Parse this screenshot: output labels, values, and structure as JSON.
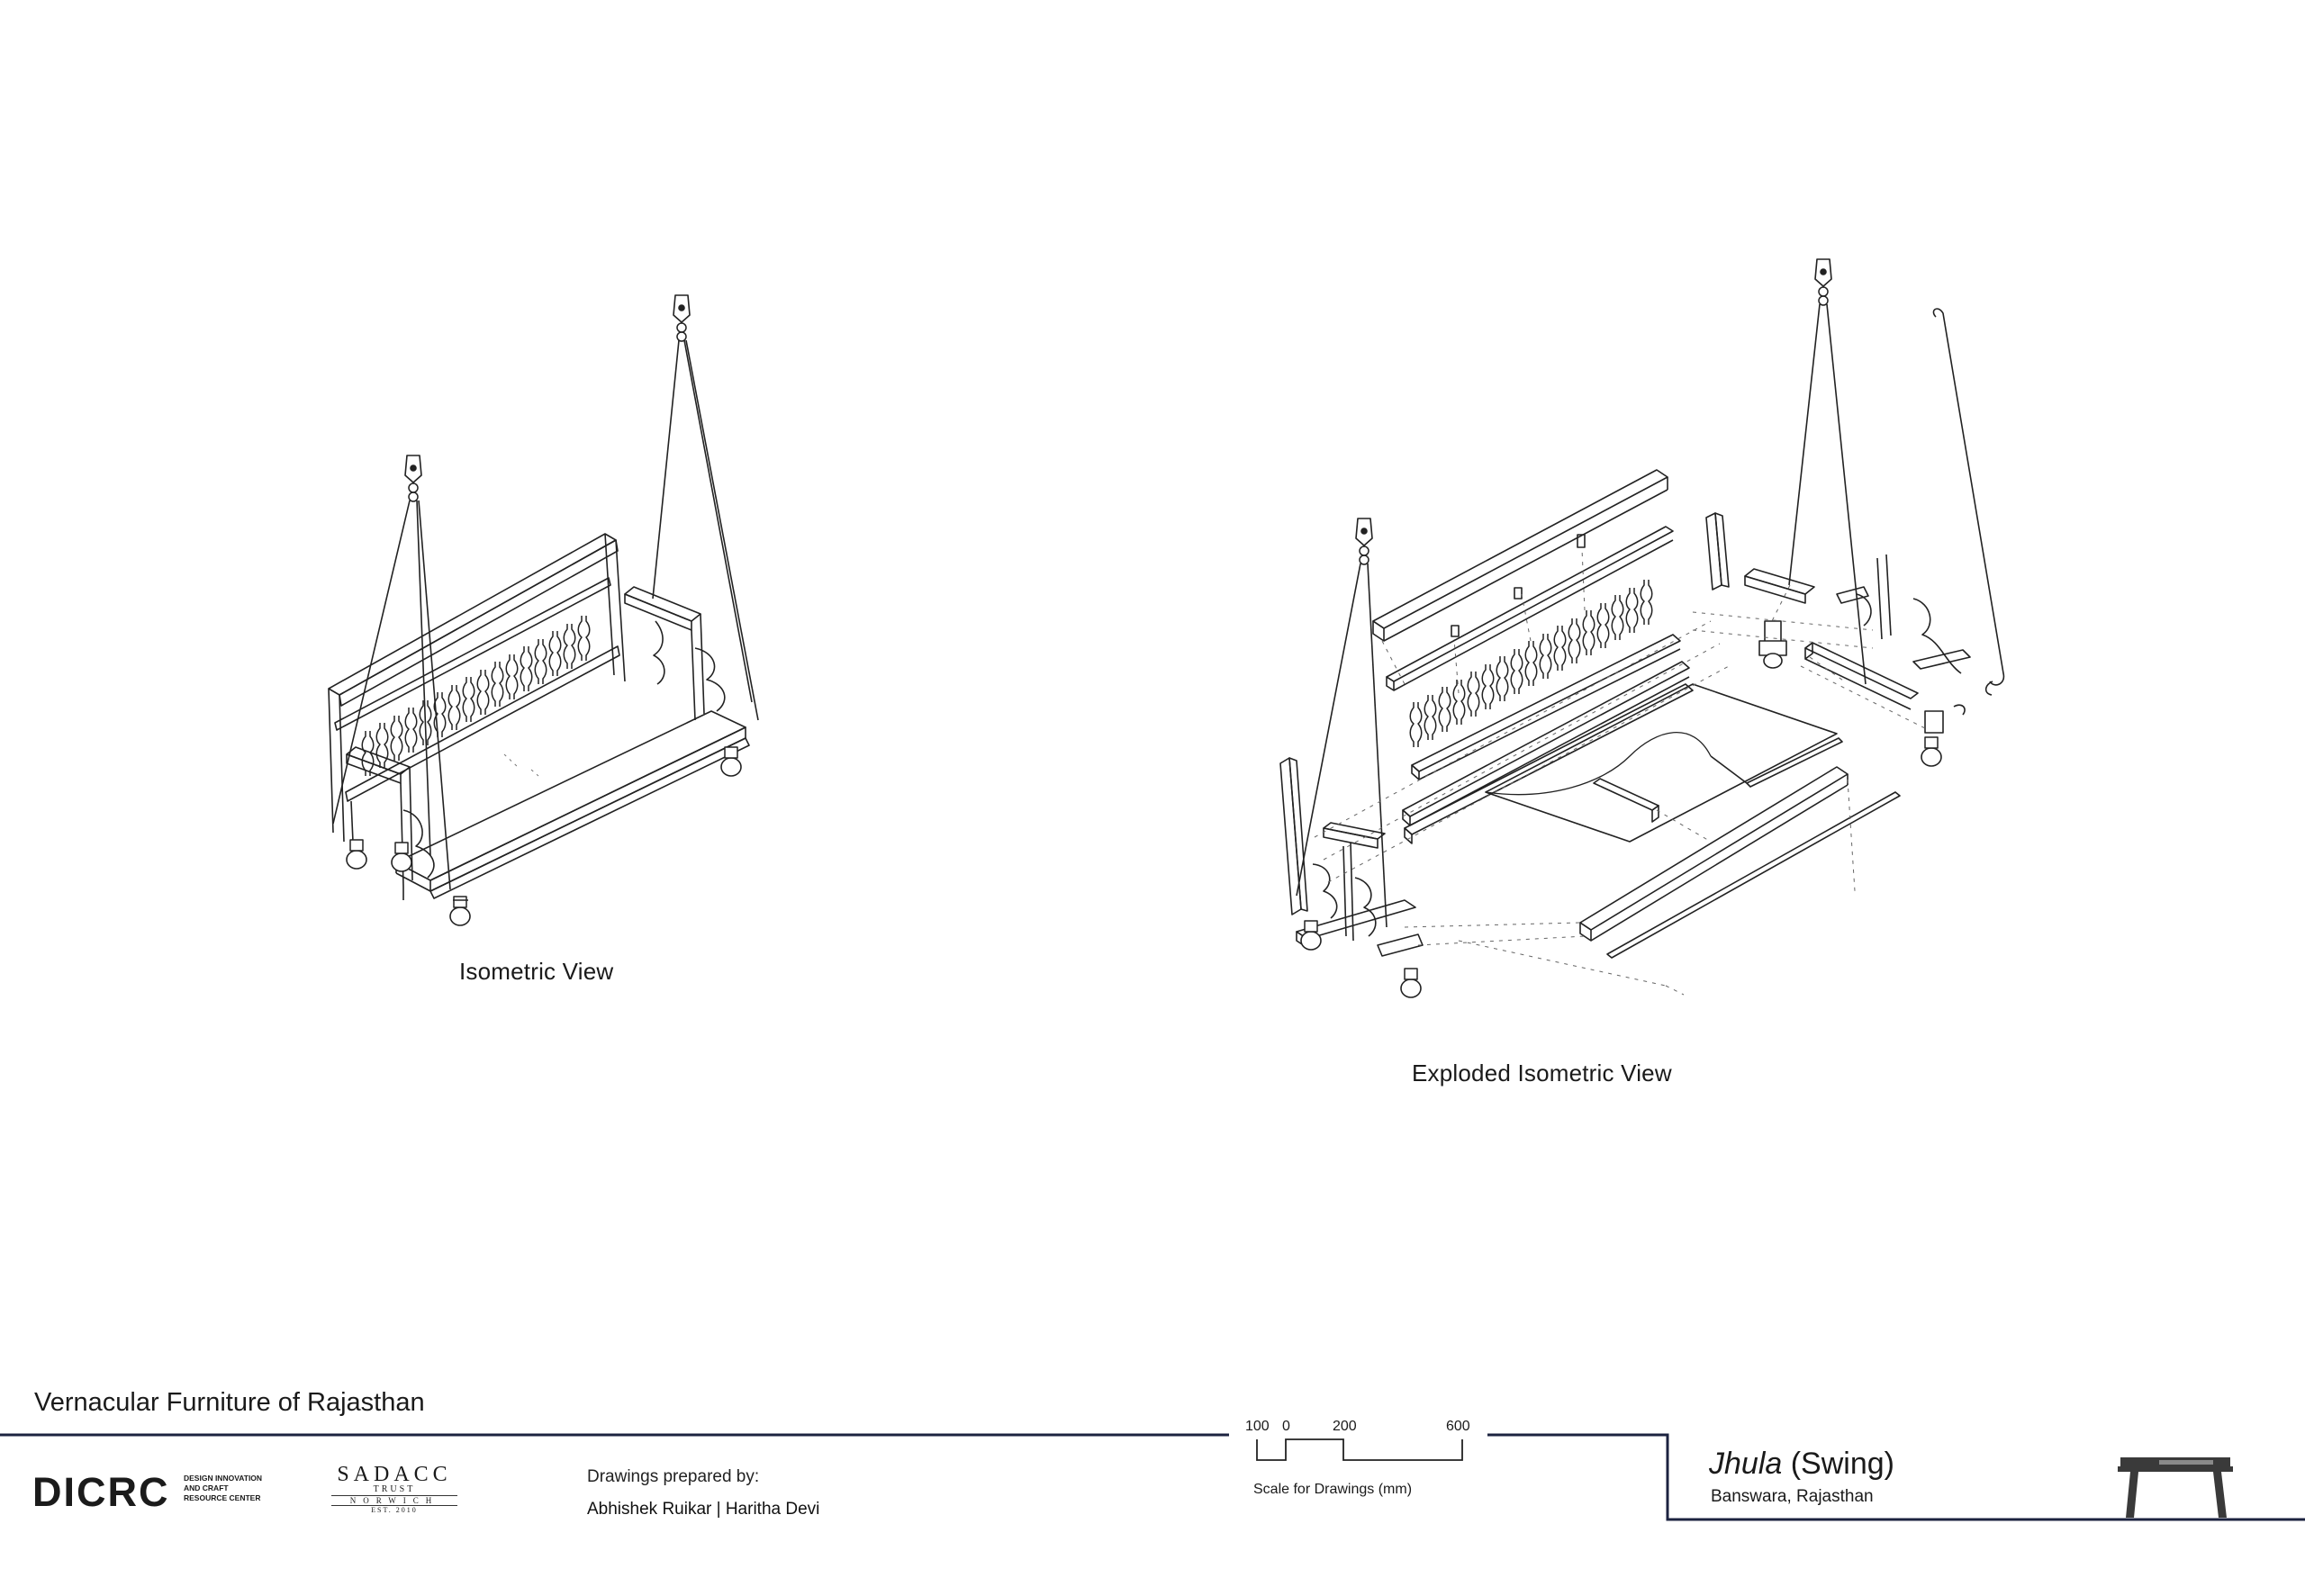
{
  "views": {
    "iso_label": "Isometric View",
    "exploded_label": "Exploded Isometric View"
  },
  "footer": {
    "project_title": "Vernacular Furniture of Rajasthan",
    "dicrc_logo": "DICRC",
    "dicrc_tagline": [
      "DESIGN INNOVATION",
      "AND CRAFT",
      "RESOURCE CENTER"
    ],
    "sadacc_logo": {
      "name": "SADACC",
      "trust": "TRUST",
      "city": "NORWICH",
      "est": "EST. 2010"
    },
    "credits_label": "Drawings prepared by:",
    "credits_names": "Abhishek Ruikar | Haritha Devi",
    "scale": {
      "labels": [
        "100",
        "0",
        "200",
        "600"
      ],
      "caption": "Scale for Drawings (mm)"
    },
    "object_name_italic": "Jhula",
    "object_name_rest": "(Swing)",
    "object_location": "Banswara, Rajasthan"
  },
  "colors": {
    "frame_line": "#1c2340",
    "ink": "#1a1a1a",
    "icon": "#3a3a3a"
  },
  "icons": [
    "swing-thumbnail-icon"
  ]
}
